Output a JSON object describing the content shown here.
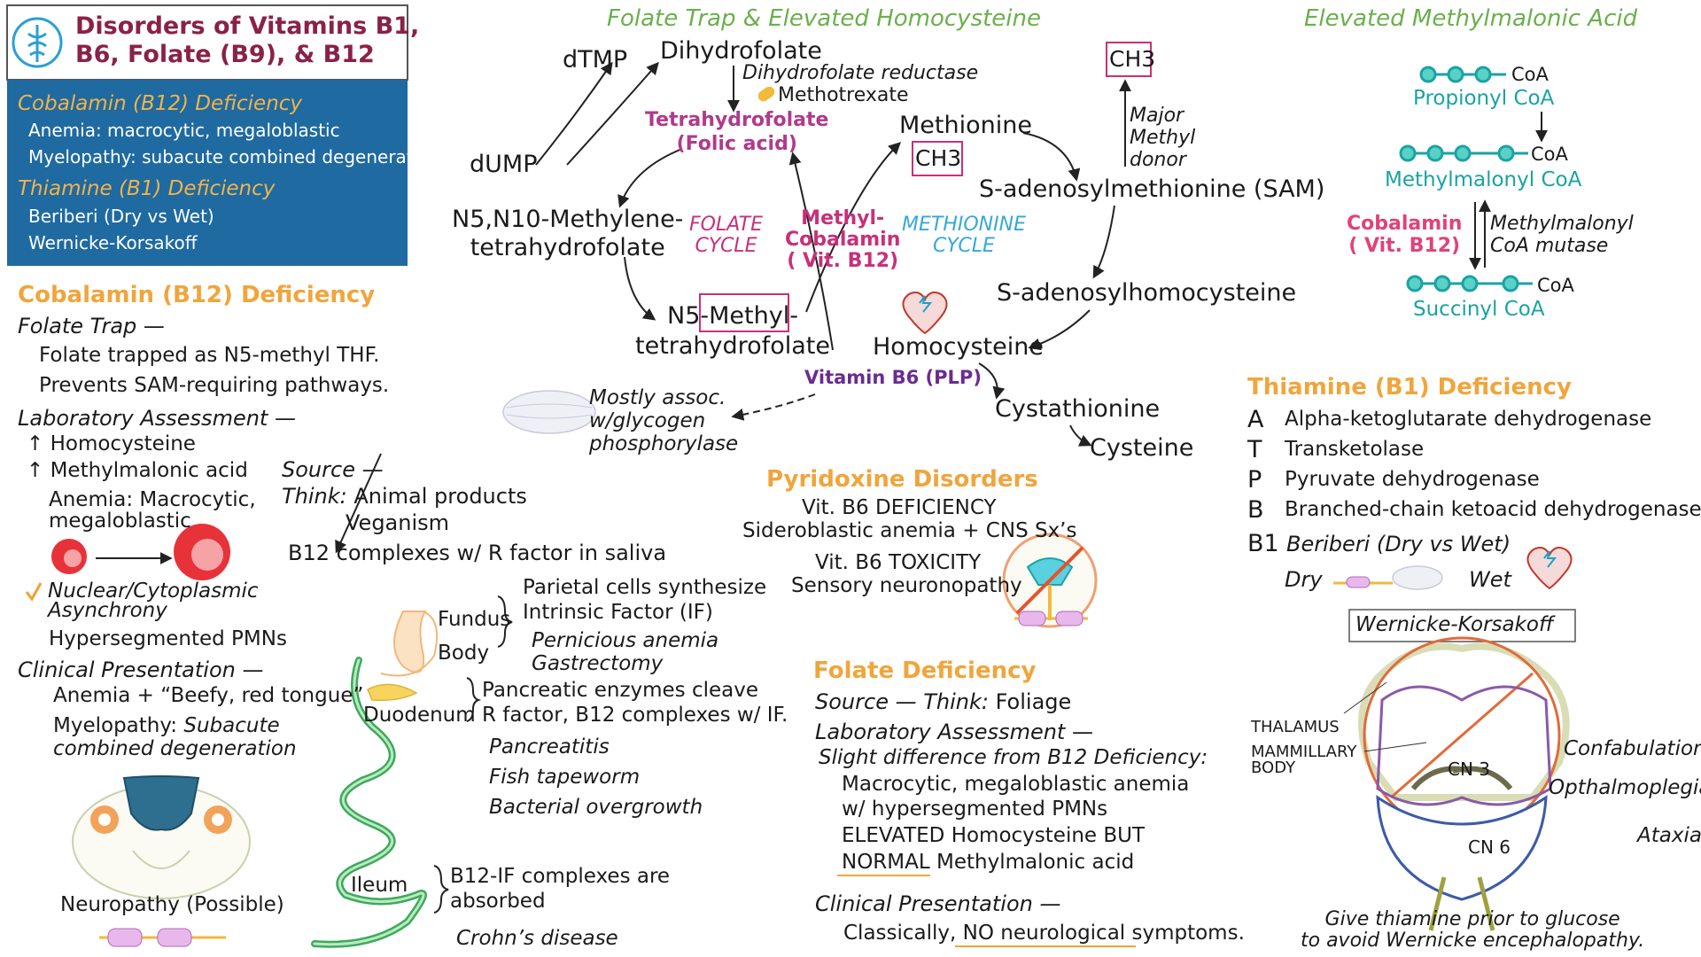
{
  "title": {
    "line1": "Disorders of Vitamins B1,",
    "line2": "B6, Folate (B9), & B12"
  },
  "summary": {
    "cobalamin_head": "Cobalamin (B12) Deficiency",
    "cobalamin_items": [
      "Anemia: macrocytic, megaloblastic",
      "Myelopathy: subacute combined degeneration"
    ],
    "thiamine_head": "Thiamine (B1) Deficiency",
    "thiamine_items": [
      "Beriberi (Dry vs Wet)",
      "Wernicke-Korsakoff"
    ]
  },
  "folate_trap": {
    "title": "Folate Trap & Elevated Homocysteine",
    "dtmp": "dTMP",
    "dump": "dUMP",
    "dhf": "Dihydrofolate",
    "dhfr": "Dihydrofolate reductase",
    "mtx": "Methotrexate",
    "thf1": "Tetrahydrofolate",
    "thf2": "(Folic acid)",
    "mthf1": "N5,N10-Methylene-",
    "mthf2": "tetrahydrofolate",
    "folate_cycle1": "FOLATE",
    "folate_cycle2": "CYCLE",
    "mecbl1": "Methyl-",
    "mecbl2": "Cobalamin",
    "mecbl3": "( Vit. B12)",
    "met_cycle1": "METHIONINE",
    "met_cycle2": "CYCLE",
    "n5_1": "N5-Methyl-",
    "n5_2": "tetrahydrofolate",
    "methionine": "Methionine",
    "ch3": "CH3",
    "ch3_top": "CH3",
    "major1": "Major",
    "major2": "Methyl",
    "major3": "donor",
    "sam": "S-adenosylmethionine (SAM)",
    "sah": "S-adenosylhomocysteine",
    "hcy": "Homocysteine",
    "b6": "Vitamin B6 (PLP)",
    "cysta": "Cystathionine",
    "cys": "Cysteine",
    "glyco1": "Mostly assoc.",
    "glyco2": "w/glycogen",
    "glyco3": "phosphorylase"
  },
  "mma": {
    "title": "Elevated Methylmalonic Acid",
    "coa": "CoA",
    "propionyl": "Propionyl CoA",
    "methylmalonyl": "Methylmalonyl CoA",
    "succinyl": "Succinyl CoA",
    "cbl1": "Cobalamin",
    "cbl2": "( Vit. B12)",
    "mutase1": "Methylmalonyl",
    "mutase2": "CoA mutase"
  },
  "cobalamin": {
    "head": "Cobalamin (B12) Deficiency",
    "trap": "Folate Trap —",
    "trap1": "Folate trapped as N5-methyl THF.",
    "trap2": "Prevents SAM-requiring pathways.",
    "lab": "Laboratory Assessment —",
    "lab1": "↑ Homocysteine",
    "lab2": "↑ Methylmalonic acid",
    "anemia1": "Anemia: Macrocytic,",
    "anemia2": "megaloblastic",
    "nuc1": "Nuclear/Cytoplasmic",
    "nuc2": "Asynchrony",
    "pmn": "Hypersegmented PMNs",
    "clin": "Clinical Presentation —",
    "clin1": "Anemia + “Beefy, red tongue”",
    "clin2a": "Myelopathy: ",
    "clin2b": "Subacute",
    "clin3": "combined degeneration",
    "neuro": "Neuropathy (Possible)"
  },
  "source": {
    "head": "Source —",
    "think": "Think:",
    "think1": "Animal products",
    "think2": "Veganism",
    "rfactor": "B12 complexes w/ R factor in saliva",
    "fundus": "Fundus",
    "body": "Body",
    "duodenum": "Duodenum",
    "ileum": "Ileum",
    "pc1": "Parietal cells synthesize",
    "pc2": "Intrinsic Factor (IF)",
    "pa1": "Pernicious anemia",
    "pa2": "Gastrectomy",
    "pe1": "Pancreatic enzymes cleave",
    "pe2": "R factor, B12 complexes w/ IF.",
    "causes": [
      "Pancreatitis",
      "Fish tapeworm",
      "Bacterial overgrowth"
    ],
    "ab1": "B12-IF complexes are",
    "ab2": "absorbed",
    "crohn": "Crohn’s disease"
  },
  "pyridoxine": {
    "head": "Pyridoxine Disorders",
    "def": "Vit. B6 DEFICIENCY",
    "def1": "Sideroblastic anemia + CNS Sx’s",
    "tox": "Vit. B6 TOXICITY",
    "tox1": "Sensory neuronopathy"
  },
  "folate_def": {
    "head": "Folate Deficiency",
    "source": "Source —",
    "think": "Think:",
    "foliage": "Foliage",
    "lab": "Laboratory Assessment —",
    "slight": "Slight difference from B12 Deficiency:",
    "l1": "Macrocytic, megaloblastic anemia",
    "l2": "w/ hypersegmented PMNs",
    "l3": "ELEVATED Homocysteine BUT",
    "l4a": "NORMAL",
    "l4b": " Methylmalonic acid",
    "clin": "Clinical Presentation —",
    "clin1a": "Classically, ",
    "clin1b": "NO neurological",
    "clin1c": " symptoms."
  },
  "thiamine": {
    "head": "Thiamine (B1) Deficiency",
    "letters": [
      "A",
      "T",
      "P",
      "B"
    ],
    "enzymes": [
      "Alpha-ketoglutarate dehydrogenase",
      "Transketolase",
      "Pyruvate dehydrogenase",
      "Branched-chain ketoacid dehydrogenase"
    ],
    "b1": "B1",
    "beriberi": "Beriberi (Dry vs Wet)",
    "dry": "Dry",
    "wet": "Wet",
    "wk": "Wernicke-Korsakoff",
    "thalamus": "THALAMUS",
    "mb1": "MAMMILLARY",
    "mb2": "BODY",
    "cn3": "CN 3",
    "cn6": "CN 6",
    "signs": [
      "Confabulation",
      "Opthalmoplegia",
      "Ataxia"
    ],
    "note1": "Give thiamine prior to glucose",
    "note2": "to avoid Wernicke encephalopathy."
  }
}
